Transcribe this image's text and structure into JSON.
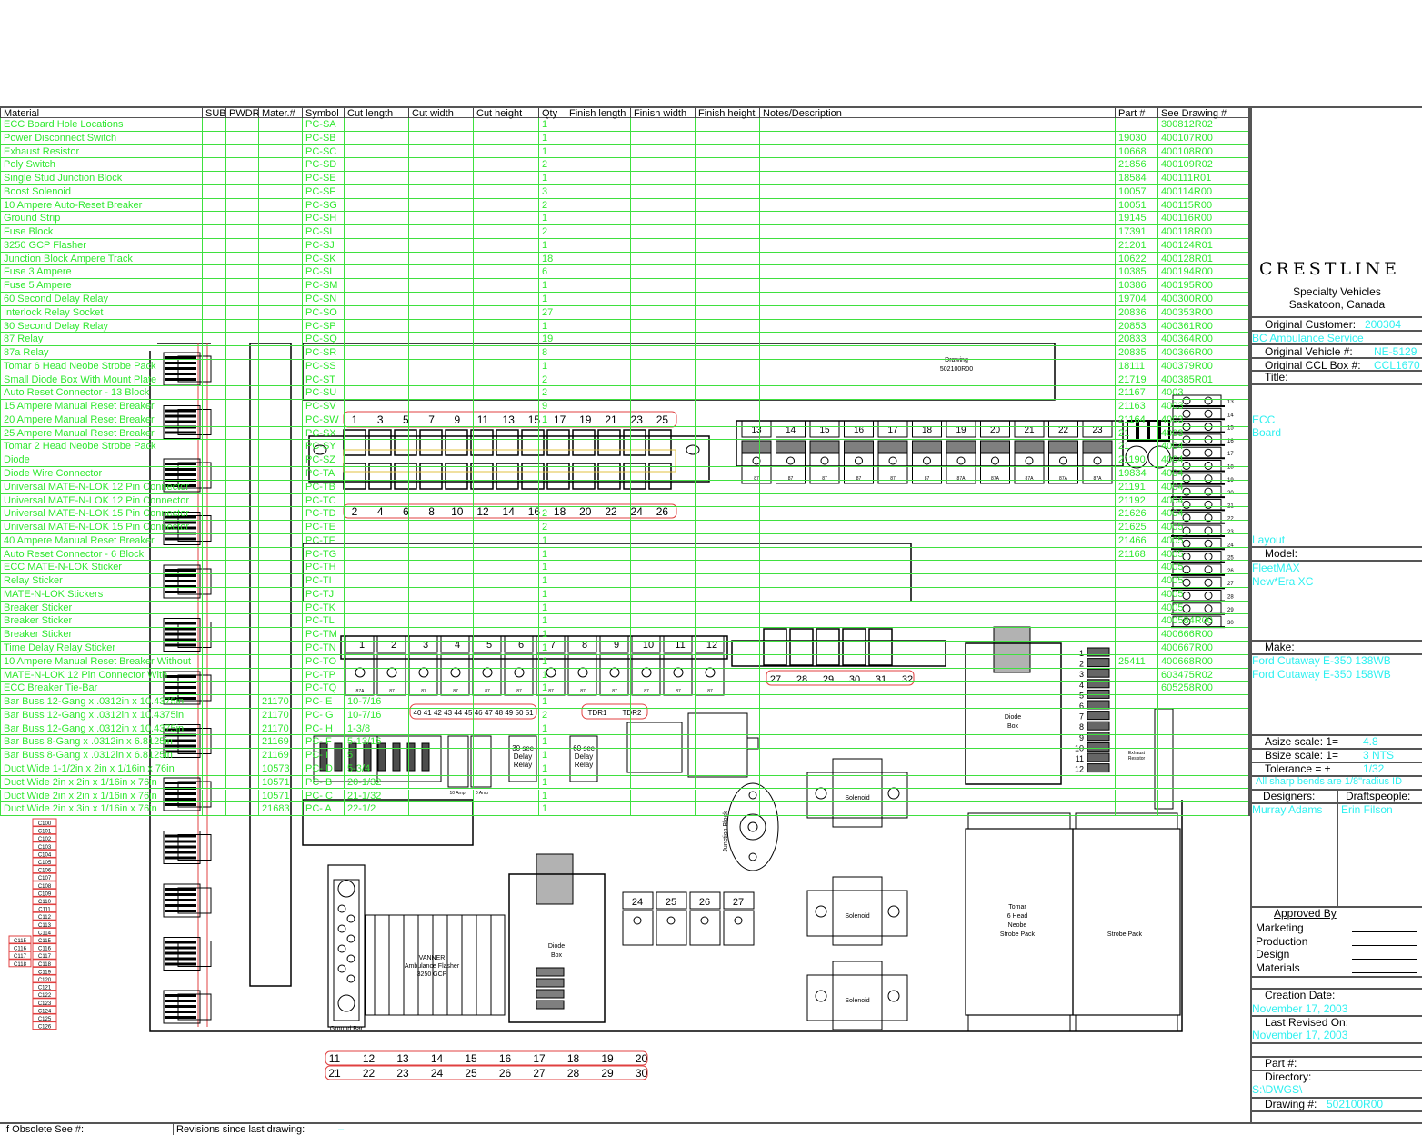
{
  "table": {
    "headers": [
      "Material",
      "SUB",
      "PWDR",
      "Mater.#",
      "Symbol",
      "Cut length",
      "Cut width",
      "Cut height",
      "Qty",
      "Finish length",
      "Finish width",
      "Finish height",
      "Notes/Description",
      "Part #",
      "See Drawing #"
    ],
    "rows": [
      {
        "material": "ECC Board Hole Locations",
        "symbol": "PC-SA",
        "qty": "1",
        "part": "",
        "drawing": "300812R02"
      },
      {
        "material": "Power Disconnect Switch",
        "symbol": "PC-SB",
        "qty": "1",
        "part": "19030",
        "drawing": "400107R00"
      },
      {
        "material": "Exhaust Resistor",
        "symbol": "PC-SC",
        "qty": "1",
        "part": "10668",
        "drawing": "400108R00"
      },
      {
        "material": "Poly Switch",
        "symbol": "PC-SD",
        "qty": "2",
        "part": "21856",
        "drawing": "400109R02"
      },
      {
        "material": "Single Stud Junction Block",
        "symbol": "PC-SE",
        "qty": "1",
        "part": "18584",
        "drawing": "400111R01"
      },
      {
        "material": "Boost Solenoid",
        "symbol": "PC-SF",
        "qty": "3",
        "part": "10057",
        "drawing": "400114R00"
      },
      {
        "material": "10 Ampere Auto-Reset Breaker",
        "symbol": "PC-SG",
        "qty": "2",
        "part": "10051",
        "drawing": "400115R00"
      },
      {
        "material": "Ground Strip",
        "symbol": "PC-SH",
        "qty": "1",
        "part": "19145",
        "drawing": "400116R00"
      },
      {
        "material": "Fuse Block",
        "symbol": "PC-SI",
        "qty": "2",
        "part": "17391",
        "drawing": "400118R00"
      },
      {
        "material": "3250 GCP Flasher",
        "symbol": "PC-SJ",
        "qty": "1",
        "part": "21201",
        "drawing": "400124R01"
      },
      {
        "material": "Junction Block Ampere Track",
        "symbol": "PC-SK",
        "qty": "18",
        "part": "10622",
        "drawing": "400128R01"
      },
      {
        "material": "Fuse  3 Ampere",
        "symbol": "PC-SL",
        "qty": "6",
        "part": "10385",
        "drawing": "400194R00"
      },
      {
        "material": "Fuse  5 Ampere",
        "symbol": "PC-SM",
        "qty": "1",
        "part": "10386",
        "drawing": "400195R00"
      },
      {
        "material": "60 Second Delay Relay",
        "symbol": "PC-SN",
        "qty": "1",
        "part": "19704",
        "drawing": "400300R00"
      },
      {
        "material": "Interlock Relay Socket",
        "symbol": "PC-SO",
        "qty": "27",
        "part": "20836",
        "drawing": "400353R00"
      },
      {
        "material": "30 Second Delay Relay",
        "symbol": "PC-SP",
        "qty": "1",
        "part": "20853",
        "drawing": "400361R00"
      },
      {
        "material": "87 Relay",
        "symbol": "PC-SQ",
        "qty": "19",
        "part": "20833",
        "drawing": "400364R00"
      },
      {
        "material": "87a Relay",
        "symbol": "PC-SR",
        "qty": "8",
        "part": "20835",
        "drawing": "400366R00"
      },
      {
        "material": "Tomar 6 Head Neobe Strobe Pack",
        "symbol": "PC-SS",
        "qty": "1",
        "part": "18111",
        "drawing": "400379R00"
      },
      {
        "material": "Small Diode Box With Mount Plate",
        "symbol": "PC-ST",
        "qty": "2",
        "part": "21719",
        "drawing": "400385R01"
      },
      {
        "material": "Auto Reset Connector - 13 Block",
        "symbol": "PC-SU",
        "qty": "2",
        "part": "21167",
        "drawing": "4003"
      },
      {
        "material": "15 Ampere Manual Reset Breaker",
        "symbol": "PC-SV",
        "qty": "9",
        "part": "21163",
        "drawing": "4003"
      },
      {
        "material": "20 Ampere Manual Reset Breaker",
        "symbol": "PC-SW",
        "qty": "1",
        "part": "21164",
        "drawing": "4003"
      },
      {
        "material": "25 Ampere Manual Reset Breaker",
        "symbol": "PC-SX",
        "qty": "",
        "part": "21",
        "drawing": "4003"
      },
      {
        "material": "Tomar 2 Head Neobe Strobe Pack",
        "symbol": "PC-SY",
        "qty": "",
        "part": "21",
        "drawing": "4004"
      },
      {
        "material": "Diode",
        "symbol": "PC-SZ",
        "qty": "",
        "part": "21190",
        "drawing": "4004"
      },
      {
        "material": "Diode Wire Connector",
        "symbol": "PC-TA",
        "qty": "",
        "part": "19834",
        "drawing": "4004"
      },
      {
        "material": "Universal MATE-N-LOK 12 Pin Connector",
        "symbol": "PC-TB",
        "qty": "",
        "part": "21191",
        "drawing": "4004"
      },
      {
        "material": "Universal MATE-N-LOK 12 Pin Connector",
        "symbol": "PC-TC",
        "qty": "",
        "part": "21192",
        "drawing": "4004"
      },
      {
        "material": "Universal MATE-N-LOK 15 Pin Connector",
        "symbol": "PC-TD",
        "qty": "2",
        "part": "21626",
        "drawing": "4004"
      },
      {
        "material": "Universal MATE-N-LOK 15 Pin Connector",
        "symbol": "PC-TE",
        "qty": "2",
        "part": "21625",
        "drawing": "4005"
      },
      {
        "material": "40 Ampere Manual Reset Breaker",
        "symbol": "PC-TF",
        "qty": "1",
        "part": "21466",
        "drawing": "4005"
      },
      {
        "material": "Auto Reset Connector - 6 Block",
        "symbol": "PC-TG",
        "qty": "1",
        "part": "21168",
        "drawing": "4005"
      },
      {
        "material": "ECC MATE-N-LOK Sticker",
        "symbol": "PC-TH",
        "qty": "1",
        "part": "",
        "drawing": "4005"
      },
      {
        "material": "Relay Sticker",
        "symbol": "PC-TI",
        "qty": "1",
        "part": "",
        "drawing": "4005"
      },
      {
        "material": "MATE-N-LOK Stickers",
        "symbol": "PC-TJ",
        "qty": "1",
        "part": "",
        "drawing": "4005"
      },
      {
        "material": "Breaker Sticker",
        "symbol": "PC-TK",
        "qty": "1",
        "part": "",
        "drawing": "4005"
      },
      {
        "material": "Breaker Sticker",
        "symbol": "PC-TL",
        "qty": "1",
        "part": "",
        "drawing": "400584R00"
      },
      {
        "material": "Breaker Sticker",
        "symbol": "PC-TM",
        "qty": "1",
        "part": "",
        "drawing": "400666R00"
      },
      {
        "material": "Time Delay Relay Sticker",
        "symbol": "PC-TN",
        "qty": "1",
        "part": "",
        "drawing": "400667R00"
      },
      {
        "material": "10 Ampere Manual Reset Breaker Without",
        "symbol": "PC-TO",
        "qty": "1",
        "part": "25411",
        "drawing": "400668R00"
      },
      {
        "material": "MATE-N-LOK 12 Pin Connector With",
        "symbol": "PC-TP",
        "qty": "1",
        "part": "",
        "drawing": "603475R02"
      },
      {
        "material": "ECC Breaker Tie-Bar",
        "symbol": "PC-TQ",
        "qty": "1",
        "part": "",
        "drawing": "605258R00"
      },
      {
        "material": "Bar Buss 12-Gang x .0312in x 10.4375in",
        "mater_no": "21170",
        "symbol": "PC- E",
        "cut_length": "10-7/16",
        "qty": "1"
      },
      {
        "material": "Bar Buss 12-Gang x .0312in x 10.4375in",
        "mater_no": "21170",
        "symbol": "PC- G",
        "cut_length": "10-7/16",
        "qty": "2"
      },
      {
        "material": "Bar Buss 12-Gang x .0312in x 10.4375in",
        "mater_no": "21170",
        "symbol": "PC- H",
        "cut_length": "1-3/8",
        "qty": "1"
      },
      {
        "material": "Bar Buss 8-Gang x .0312in x 6.8125in",
        "mater_no": "21169",
        "symbol": "PC- F",
        "cut_length": "5-13/16",
        "qty": "1"
      },
      {
        "material": "Bar Buss 8-Gang x .0312in x 6.8125in",
        "mater_no": "21169",
        "symbol": "PC- I",
        "cut_length": "5",
        "qty": "1"
      },
      {
        "material": "Duct Wide 1-1/2in x 2in x 1/16in x 76in",
        "mater_no": "10573",
        "symbol": "PC- D",
        "cut_length": "5-3/4",
        "qty": "1"
      },
      {
        "material": "Duct Wide 2in x 2in x 1/16in x 76in",
        "mater_no": "10571",
        "symbol": "PC- B",
        "cut_length": "20-1/32",
        "qty": "1"
      },
      {
        "material": "Duct Wide 2in x 2in x 1/16in x 76in",
        "mater_no": "10571",
        "symbol": "PC- C",
        "cut_length": "21-1/32",
        "qty": "1"
      },
      {
        "material": "Duct Wide 2in x 3in x 1/16in x 76in",
        "mater_no": "21683",
        "symbol": "PC- A",
        "cut_length": "22-1/2",
        "qty": "1"
      }
    ]
  },
  "title_block": {
    "logo": "CRESTLINE",
    "company_line1": "Specialty Vehicles",
    "company_line2": "Saskatoon, Canada",
    "original_customer_label": "Original Customer:",
    "original_customer": "200304",
    "customer_name": "BC Ambulance Service",
    "original_vehicle_label": "Original Vehicle #:",
    "original_vehicle": "NE-5129",
    "original_ccl_label": "Original CCL Box #:",
    "original_ccl": "CCL1670",
    "title_label": "Title:",
    "title_line1": "ECC",
    "title_line2": "Board",
    "title_line3": "Layout",
    "model_label": "Model:",
    "model_line1": "FleetMAX",
    "model_line2": "New*Era XC",
    "make_label": "Make:",
    "make_line1": "Ford Cutaway E-350 138WB",
    "make_line2": "Ford Cutaway E-350 158WB",
    "asize_label": "Asize scale:  1=",
    "asize": "4.8",
    "bsize_label": "Bsize scale:  1=",
    "bsize": "3   NTS",
    "tolerance_label": "Tolerance = ±",
    "tolerance": "1/32",
    "bends_note": "All sharp bends are 1/8\"radius ID",
    "designers_label": "Designers:",
    "draftspeople_label": "Draftspeople:",
    "designer": "Murray Adams",
    "draftsperson": "Erin Filson",
    "approved_by": "Approved By",
    "approvals": [
      "Marketing",
      "Production",
      "Design",
      "Materials"
    ],
    "creation_label": "Creation Date:",
    "creation_date": "November 17, 2003",
    "revised_label": "Last Revised On:",
    "revised_date": "November 17, 2003",
    "part_label": "Part #:",
    "directory_label": "Directory:",
    "directory": "S:\\DWGS\\",
    "drawing_label": "Drawing #:",
    "drawing_no": "502100R00"
  },
  "footer": {
    "obsolete_label": "If Obsolete See #:",
    "revisions_label": "Revisions since last drawing:",
    "revisions_value": "–"
  },
  "drawing": {
    "ref_box_line1": "Drawing",
    "ref_box_line2": "502100R00",
    "top_odd_labels": [
      "1",
      "3",
      "5",
      "7",
      "9",
      "11",
      "13",
      "15",
      "17",
      "19",
      "21",
      "23",
      "25"
    ],
    "top_even_labels": [
      "2",
      "4",
      "6",
      "8",
      "10",
      "12",
      "14",
      "16",
      "18",
      "20",
      "22",
      "24",
      "26"
    ],
    "right_relay_numbers": [
      "13",
      "14",
      "15",
      "16",
      "17",
      "18",
      "19",
      "20",
      "21",
      "22",
      "23"
    ],
    "right_relay_types": [
      "87",
      "87",
      "87",
      "87",
      "87",
      "87",
      "87A",
      "87A",
      "87A",
      "87A",
      "87A"
    ],
    "breaker_numbers": [
      "13",
      "14",
      "15",
      "16",
      "17",
      "18",
      "19",
      "20",
      "21",
      "22",
      "23",
      "24",
      "25",
      "26",
      "27",
      "28",
      "29",
      "30"
    ],
    "mid_relay_numbers": [
      "1",
      "2",
      "3",
      "4",
      "5",
      "6",
      "7",
      "8",
      "9",
      "10",
      "11",
      "12"
    ],
    "mid_relay_types": [
      "87A",
      "87",
      "87",
      "87",
      "87",
      "87",
      "87",
      "87",
      "87",
      "87",
      "87",
      "87"
    ],
    "strip_labels": [
      "27",
      "28",
      "29",
      "30",
      "31",
      "32"
    ],
    "fuse_labels": [
      "40",
      "41",
      "42",
      "43",
      "44",
      "45",
      "46",
      "47",
      "48",
      "49",
      "50",
      "51"
    ],
    "tdr_labels": [
      "TDR1",
      "TDR2"
    ],
    "delay30": [
      "30 sec",
      "Delay",
      "Relay"
    ],
    "delay60": [
      "60 sec",
      "Delay",
      "Relay"
    ],
    "breaker_amps": [
      "10 Amp",
      "0 Amp"
    ],
    "diode_box": [
      "Diode",
      "Box"
    ],
    "terminal_numbers": [
      "1",
      "2",
      "3",
      "4",
      "5",
      "6",
      "7",
      "8",
      "9",
      "10",
      "11",
      "12"
    ],
    "exhaust_resistor": [
      "Exhaust",
      "Resistor"
    ],
    "junction_block": "Junction Block",
    "solenoid": "Solenoid",
    "strobe6": [
      "Tomar",
      "6 Head",
      "Neobe",
      "Strobe Pack"
    ],
    "strobe2": "Strobe Pack",
    "vanner": [
      "VANNER",
      "Ambulance Flasher",
      "3250 GCP"
    ],
    "ground_bar": "Ground Bar",
    "small_relays": [
      "24",
      "25",
      "26",
      "27"
    ],
    "bottom_row1": [
      "11",
      "12",
      "13",
      "14",
      "15",
      "16",
      "17",
      "18",
      "19",
      "20"
    ],
    "bottom_row2": [
      "21",
      "22",
      "23",
      "24",
      "25",
      "26",
      "27",
      "28",
      "29",
      "30"
    ],
    "connector_labels": [
      "C100",
      "C101",
      "C102",
      "C103",
      "C104",
      "C105",
      "C106",
      "C107",
      "C108",
      "C109",
      "C110",
      "C111",
      "C112",
      "C113",
      "C114",
      "C115",
      "C116",
      "C117",
      "C118",
      "C119",
      "C120",
      "C121",
      "C122",
      "C123",
      "C124",
      "C125",
      "C126"
    ],
    "connector_labels_extra": [
      "C115",
      "C116",
      "C117",
      "C118"
    ]
  },
  "colors": {
    "grid": "#3fe03f",
    "text_green": "#30e830",
    "cyan": "#2ef0f0",
    "red": "#e04040",
    "yellow": "#e0c040"
  }
}
